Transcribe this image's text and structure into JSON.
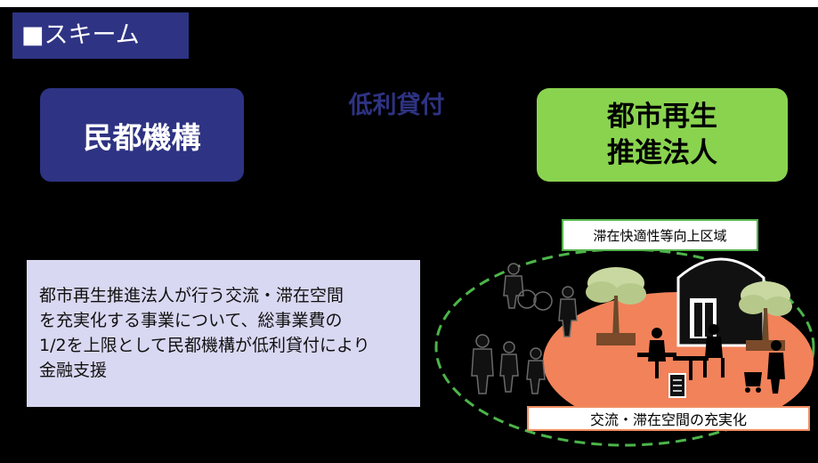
{
  "title": "■スキーム",
  "lender": {
    "name": "民都機構"
  },
  "arrow_label": "低利貸付",
  "borrower": {
    "line1": "都市再生",
    "line2": "推進法人"
  },
  "description": {
    "lines": [
      "都市再生推進法人が行う交流・滞在空間",
      "を充実化する事業について、総事業費の",
      "1/2を上限として民都機構が低利貸付により",
      "金融支援"
    ]
  },
  "illustration": {
    "area_label": "滞在快適性等向上区域",
    "bottom_label": "交流・滞在空間の充実化"
  },
  "colors": {
    "background": "#000000",
    "navy": "#2e3383",
    "green": "#8ad34f",
    "lavender": "#d9d8f2",
    "plaza": "#f2825a",
    "dashed": "#4cb54a"
  }
}
